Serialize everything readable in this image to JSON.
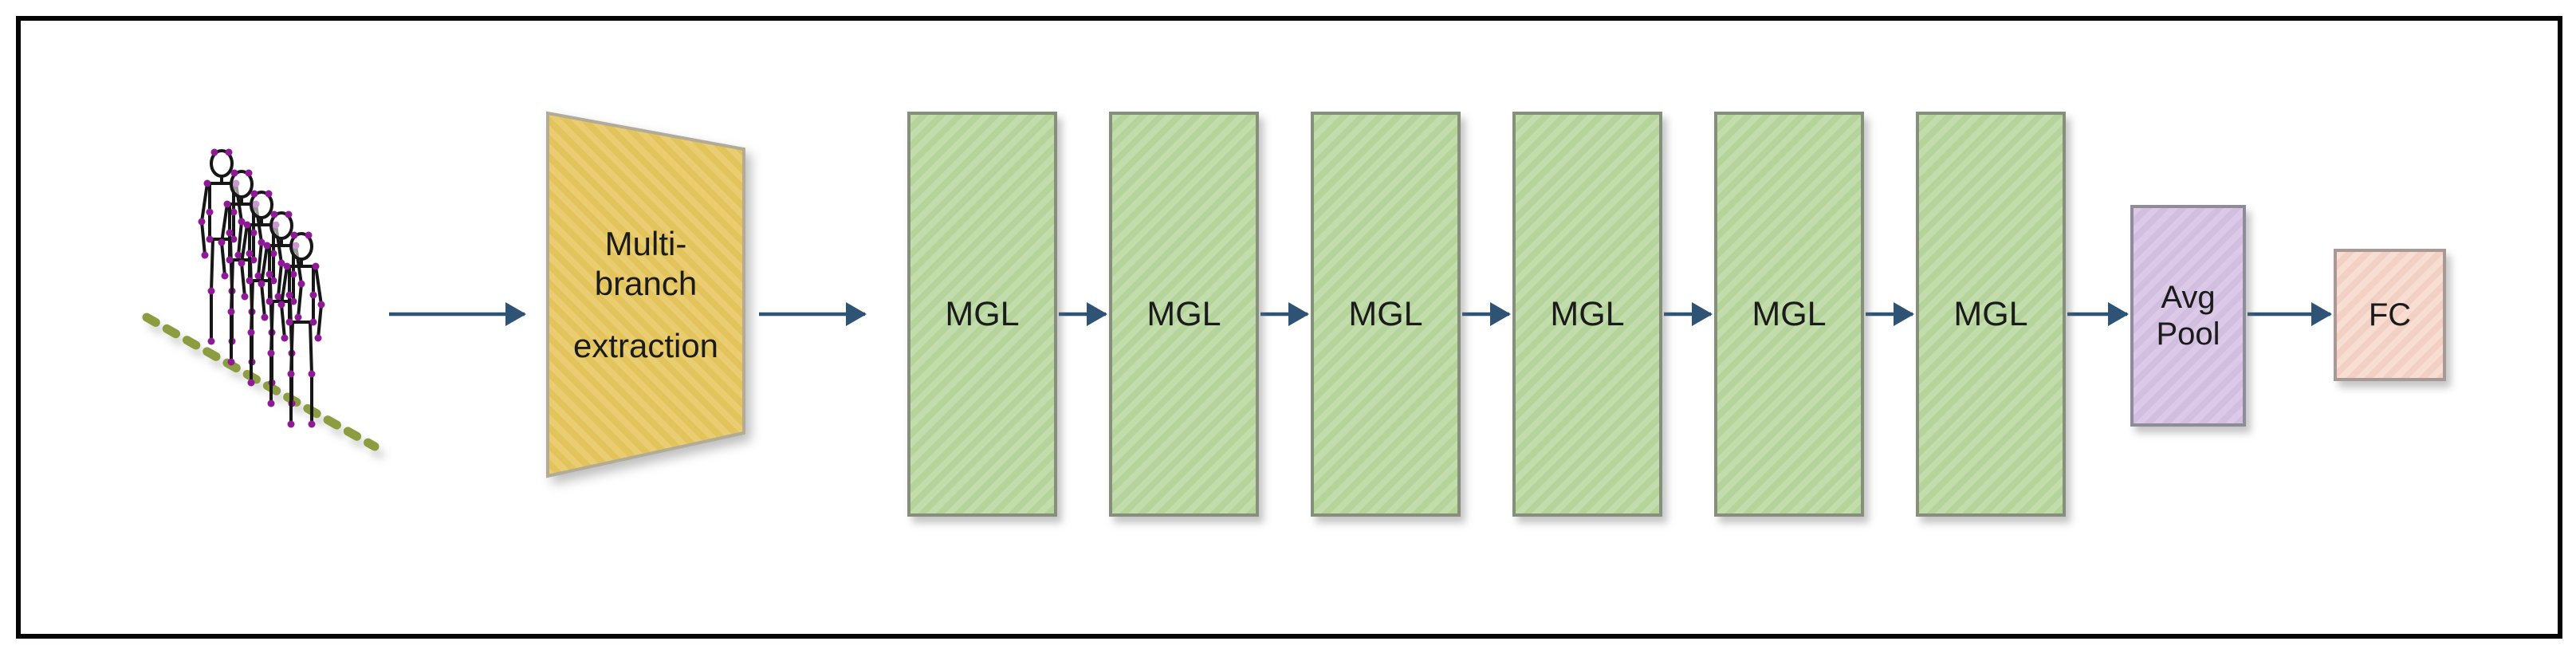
{
  "diagram": {
    "title_note": "skeleton action-recognition pipeline",
    "input": {
      "icon": "skeleton-sequence-icon"
    },
    "multi_branch": {
      "line1": "Multi-",
      "line2": "branch",
      "line3": "extraction"
    },
    "mgl_labels": [
      "MGL",
      "MGL",
      "MGL",
      "MGL",
      "MGL",
      "MGL"
    ],
    "avg_pool": {
      "line1": "Avg",
      "line2": "Pool"
    },
    "fc_label": "FC",
    "colors": {
      "arrow": "#2f5374",
      "frame_border": "#050505",
      "mgl_fill": "#b5d49c",
      "mgl_border": "#868e7c",
      "extraction_fill": "#e2c35c",
      "extraction_border": "#b1ab97",
      "avg_pool_fill": "#d2bfe0",
      "fc_fill": "#f3d0c4",
      "ground_dashes": "#8c9c40",
      "skeleton_bones": "#161616",
      "skeleton_joints": "#8e1a96"
    }
  }
}
